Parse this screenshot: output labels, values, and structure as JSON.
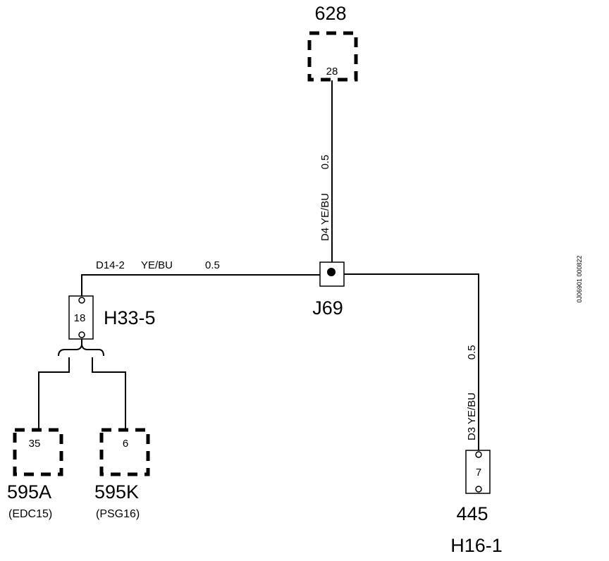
{
  "components": {
    "c628": {
      "id": "628",
      "pin": "28"
    },
    "c595a": {
      "id": "595A",
      "sub": "(EDC15)",
      "pin": "35"
    },
    "c595k": {
      "id": "595K",
      "sub": "(PSG16)",
      "pin": "6"
    },
    "c445": {
      "id": "445",
      "connector": "H16-1",
      "pin": "7"
    },
    "h33": {
      "id": "H33-5",
      "pin": "18"
    },
    "j69": {
      "id": "J69"
    }
  },
  "wires": {
    "d4": {
      "code": "D4 YE/BU",
      "size": "0.5"
    },
    "d14": {
      "code": "D14-2",
      "color": "YE/BU",
      "size": "0.5"
    },
    "d3": {
      "code": "D3 YE/BU",
      "size": "0.5"
    }
  },
  "reference": "0J06901 000822"
}
